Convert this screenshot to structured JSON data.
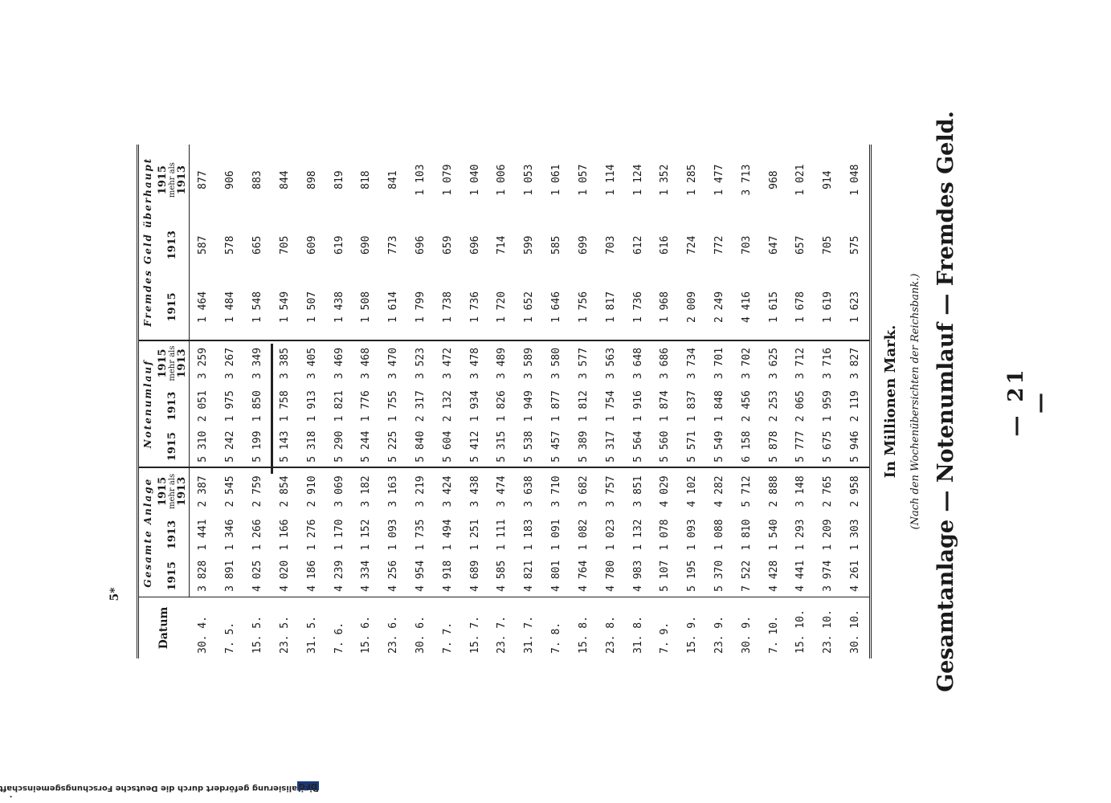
{
  "page_number": "— 21 —",
  "title": "Gesamtanlage — Notenumlauf — Fremdes Geld.",
  "subtitle": "(Nach den Wochenübersichten der Reichsbank.)",
  "unit_note": "In Millionen Mark.",
  "signature": "5*",
  "footer": {
    "credit": "Digitalisierung gefördert durch die Deutsche Forschungsgemeinschaft",
    "logo": "DFG"
  },
  "table": {
    "date_header": "Datum",
    "groups": [
      "Gesamte Anlage",
      "Notenumlauf",
      "Fremdes Geld überhaupt"
    ],
    "sub": {
      "y1915": "1915",
      "y1913": "1913",
      "diff_top": "1915",
      "diff_mid": "mehr als",
      "diff_bottom": "1913"
    },
    "rows": [
      {
        "date": "30. 4.",
        "v": [
          "3 828",
          "1 441",
          "2 387",
          "5 310",
          "2 051",
          "3 259",
          "1 464",
          "587",
          "877"
        ]
      },
      {
        "date": "7. 5.",
        "v": [
          "3 891",
          "1 346",
          "2 545",
          "5 242",
          "1 975",
          "3 267",
          "1 484",
          "578",
          "906"
        ]
      },
      {
        "date": "15. 5.",
        "v": [
          "4 025",
          "1 266",
          "2 759",
          "5 199",
          "1 850",
          "3 349",
          "1 548",
          "665",
          "883"
        ]
      },
      {
        "date": "23. 5.",
        "v": [
          "4 020",
          "1 166",
          "2 854",
          "5 143",
          "1 758",
          "3 385",
          "1 549",
          "705",
          "844"
        ]
      },
      {
        "date": "31. 5.",
        "v": [
          "4 186",
          "1 276",
          "2 910",
          "5 318",
          "1 913",
          "3 405",
          "1 507",
          "609",
          "898"
        ]
      },
      {
        "date": "7. 6.",
        "v": [
          "4 239",
          "1 170",
          "3 069",
          "5 290",
          "1 821",
          "3 469",
          "1 438",
          "619",
          "819"
        ]
      },
      {
        "date": "15. 6.",
        "v": [
          "4 334",
          "1 152",
          "3 182",
          "5 244",
          "1 776",
          "3 468",
          "1 508",
          "690",
          "818"
        ]
      },
      {
        "date": "23. 6.",
        "v": [
          "4 256",
          "1 093",
          "3 163",
          "5 225",
          "1 755",
          "3 470",
          "1 614",
          "773",
          "841"
        ]
      },
      {
        "date": "30. 6.",
        "v": [
          "4 954",
          "1 735",
          "3 219",
          "5 840",
          "2 317",
          "3 523",
          "1 799",
          "696",
          "1 103"
        ]
      },
      {
        "date": "7. 7.",
        "v": [
          "4 918",
          "1 494",
          "3 424",
          "5 604",
          "2 132",
          "3 472",
          "1 738",
          "659",
          "1 079"
        ]
      },
      {
        "date": "15. 7.",
        "v": [
          "4 689",
          "1 251",
          "3 438",
          "5 412",
          "1 934",
          "3 478",
          "1 736",
          "696",
          "1 040"
        ]
      },
      {
        "date": "23. 7.",
        "v": [
          "4 585",
          "1 111",
          "3 474",
          "5 315",
          "1 826",
          "3 489",
          "1 720",
          "714",
          "1 006"
        ]
      },
      {
        "date": "31. 7.",
        "v": [
          "4 821",
          "1 183",
          "3 638",
          "5 538",
          "1 949",
          "3 589",
          "1 652",
          "599",
          "1 053"
        ]
      },
      {
        "date": "7. 8.",
        "v": [
          "4 801",
          "1 091",
          "3 710",
          "5 457",
          "1 877",
          "3 580",
          "1 646",
          "585",
          "1 061"
        ]
      },
      {
        "date": "15. 8.",
        "v": [
          "4 764",
          "1 082",
          "3 682",
          "5 389",
          "1 812",
          "3 577",
          "1 756",
          "699",
          "1 057"
        ]
      },
      {
        "date": "23. 8.",
        "v": [
          "4 780",
          "1 023",
          "3 757",
          "5 317",
          "1 754",
          "3 563",
          "1 817",
          "703",
          "1 114"
        ]
      },
      {
        "date": "31. 8.",
        "v": [
          "4 983",
          "1 132",
          "3 851",
          "5 564",
          "1 916",
          "3 648",
          "1 736",
          "612",
          "1 124"
        ]
      },
      {
        "date": "7. 9.",
        "v": [
          "5 107",
          "1 078",
          "4 029",
          "5 560",
          "1 874",
          "3 686",
          "1 968",
          "616",
          "1 352"
        ]
      },
      {
        "date": "15. 9.",
        "v": [
          "5 195",
          "1 093",
          "4 102",
          "5 571",
          "1 837",
          "3 734",
          "2 009",
          "724",
          "1 285"
        ]
      },
      {
        "date": "23. 9.",
        "v": [
          "5 370",
          "1 088",
          "4 282",
          "5 549",
          "1 848",
          "3 701",
          "2 249",
          "772",
          "1 477"
        ]
      },
      {
        "date": "30. 9.",
        "v": [
          "7 522",
          "1 810",
          "5 712",
          "6 158",
          "2 456",
          "3 702",
          "4 416",
          "703",
          "3 713"
        ]
      },
      {
        "date": "7. 10.",
        "v": [
          "4 428",
          "1 540",
          "2 888",
          "5 878",
          "2 253",
          "3 625",
          "1 615",
          "647",
          "968"
        ]
      },
      {
        "date": "15. 10.",
        "v": [
          "4 441",
          "1 293",
          "3 148",
          "5 777",
          "2 065",
          "3 712",
          "1 678",
          "657",
          "1 021"
        ]
      },
      {
        "date": "23. 10.",
        "v": [
          "3 974",
          "1 209",
          "2 765",
          "5 675",
          "1 959",
          "3 716",
          "1 619",
          "705",
          "914"
        ]
      },
      {
        "date": "30. 10.",
        "v": [
          "4 261",
          "1 303",
          "2 958",
          "5 946",
          "2 119",
          "3 827",
          "1 623",
          "575",
          "1 048"
        ]
      }
    ]
  }
}
